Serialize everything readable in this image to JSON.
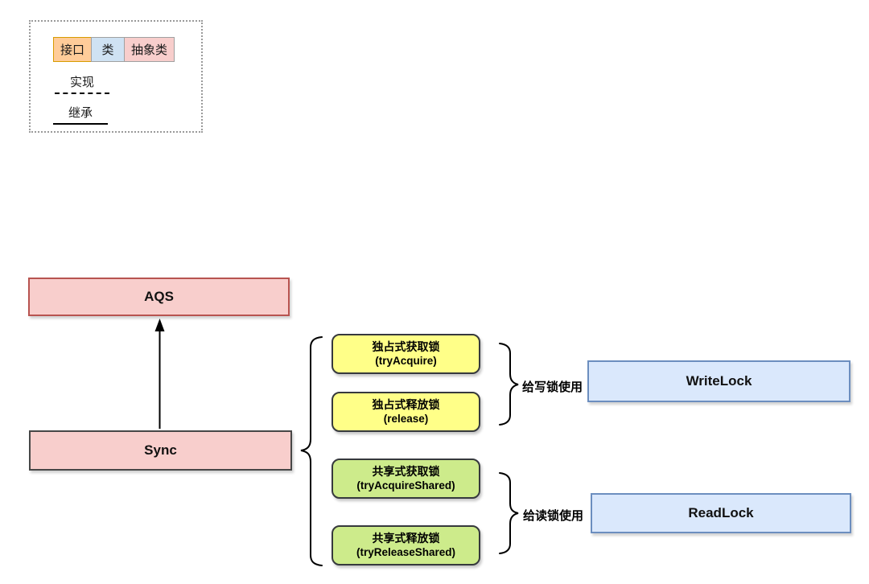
{
  "legend": {
    "shape_types": [
      {
        "label": "接口",
        "fill": "#ffcc99",
        "border": "#d79b00"
      },
      {
        "label": "类",
        "fill": "#cfe2f3",
        "border": "#a0a0a0"
      },
      {
        "label": "抽象类",
        "fill": "#f8cecc",
        "border": "#a0a0a0"
      }
    ],
    "edge_types": [
      {
        "label": "实现",
        "line_style": "dashed"
      },
      {
        "label": "继承",
        "line_style": "solid"
      }
    ]
  },
  "nodes": {
    "aqs": {
      "label": "AQS",
      "fill": "#f8cecc",
      "border": "#b85450"
    },
    "sync": {
      "label": "Sync",
      "fill": "#f8cecc",
      "border": "#474747"
    },
    "write_lock": {
      "label": "WriteLock",
      "fill": "#dae8fc",
      "border": "#6c8ebf"
    },
    "read_lock": {
      "label": "ReadLock",
      "fill": "#dae8fc",
      "border": "#6c8ebf"
    }
  },
  "methods": [
    {
      "title": "独占式获取锁",
      "name": "(tryAcquire)",
      "fill": "#ffff88",
      "group": "write"
    },
    {
      "title": "独占式释放锁",
      "name": "(release)",
      "fill": "#ffff88",
      "group": "write"
    },
    {
      "title": "共享式获取锁",
      "name": "(tryAcquireShared)",
      "fill": "#cdeb8b",
      "group": "read"
    },
    {
      "title": "共享式释放锁",
      "name": "(tryReleaseShared)",
      "fill": "#cdeb8b",
      "group": "read"
    }
  ],
  "group_labels": {
    "write": "给写锁使用",
    "read": "给读锁使用"
  },
  "edges": {
    "sync_to_aqs": {
      "type": "inheritance",
      "from": "Sync",
      "to": "AQS"
    }
  }
}
